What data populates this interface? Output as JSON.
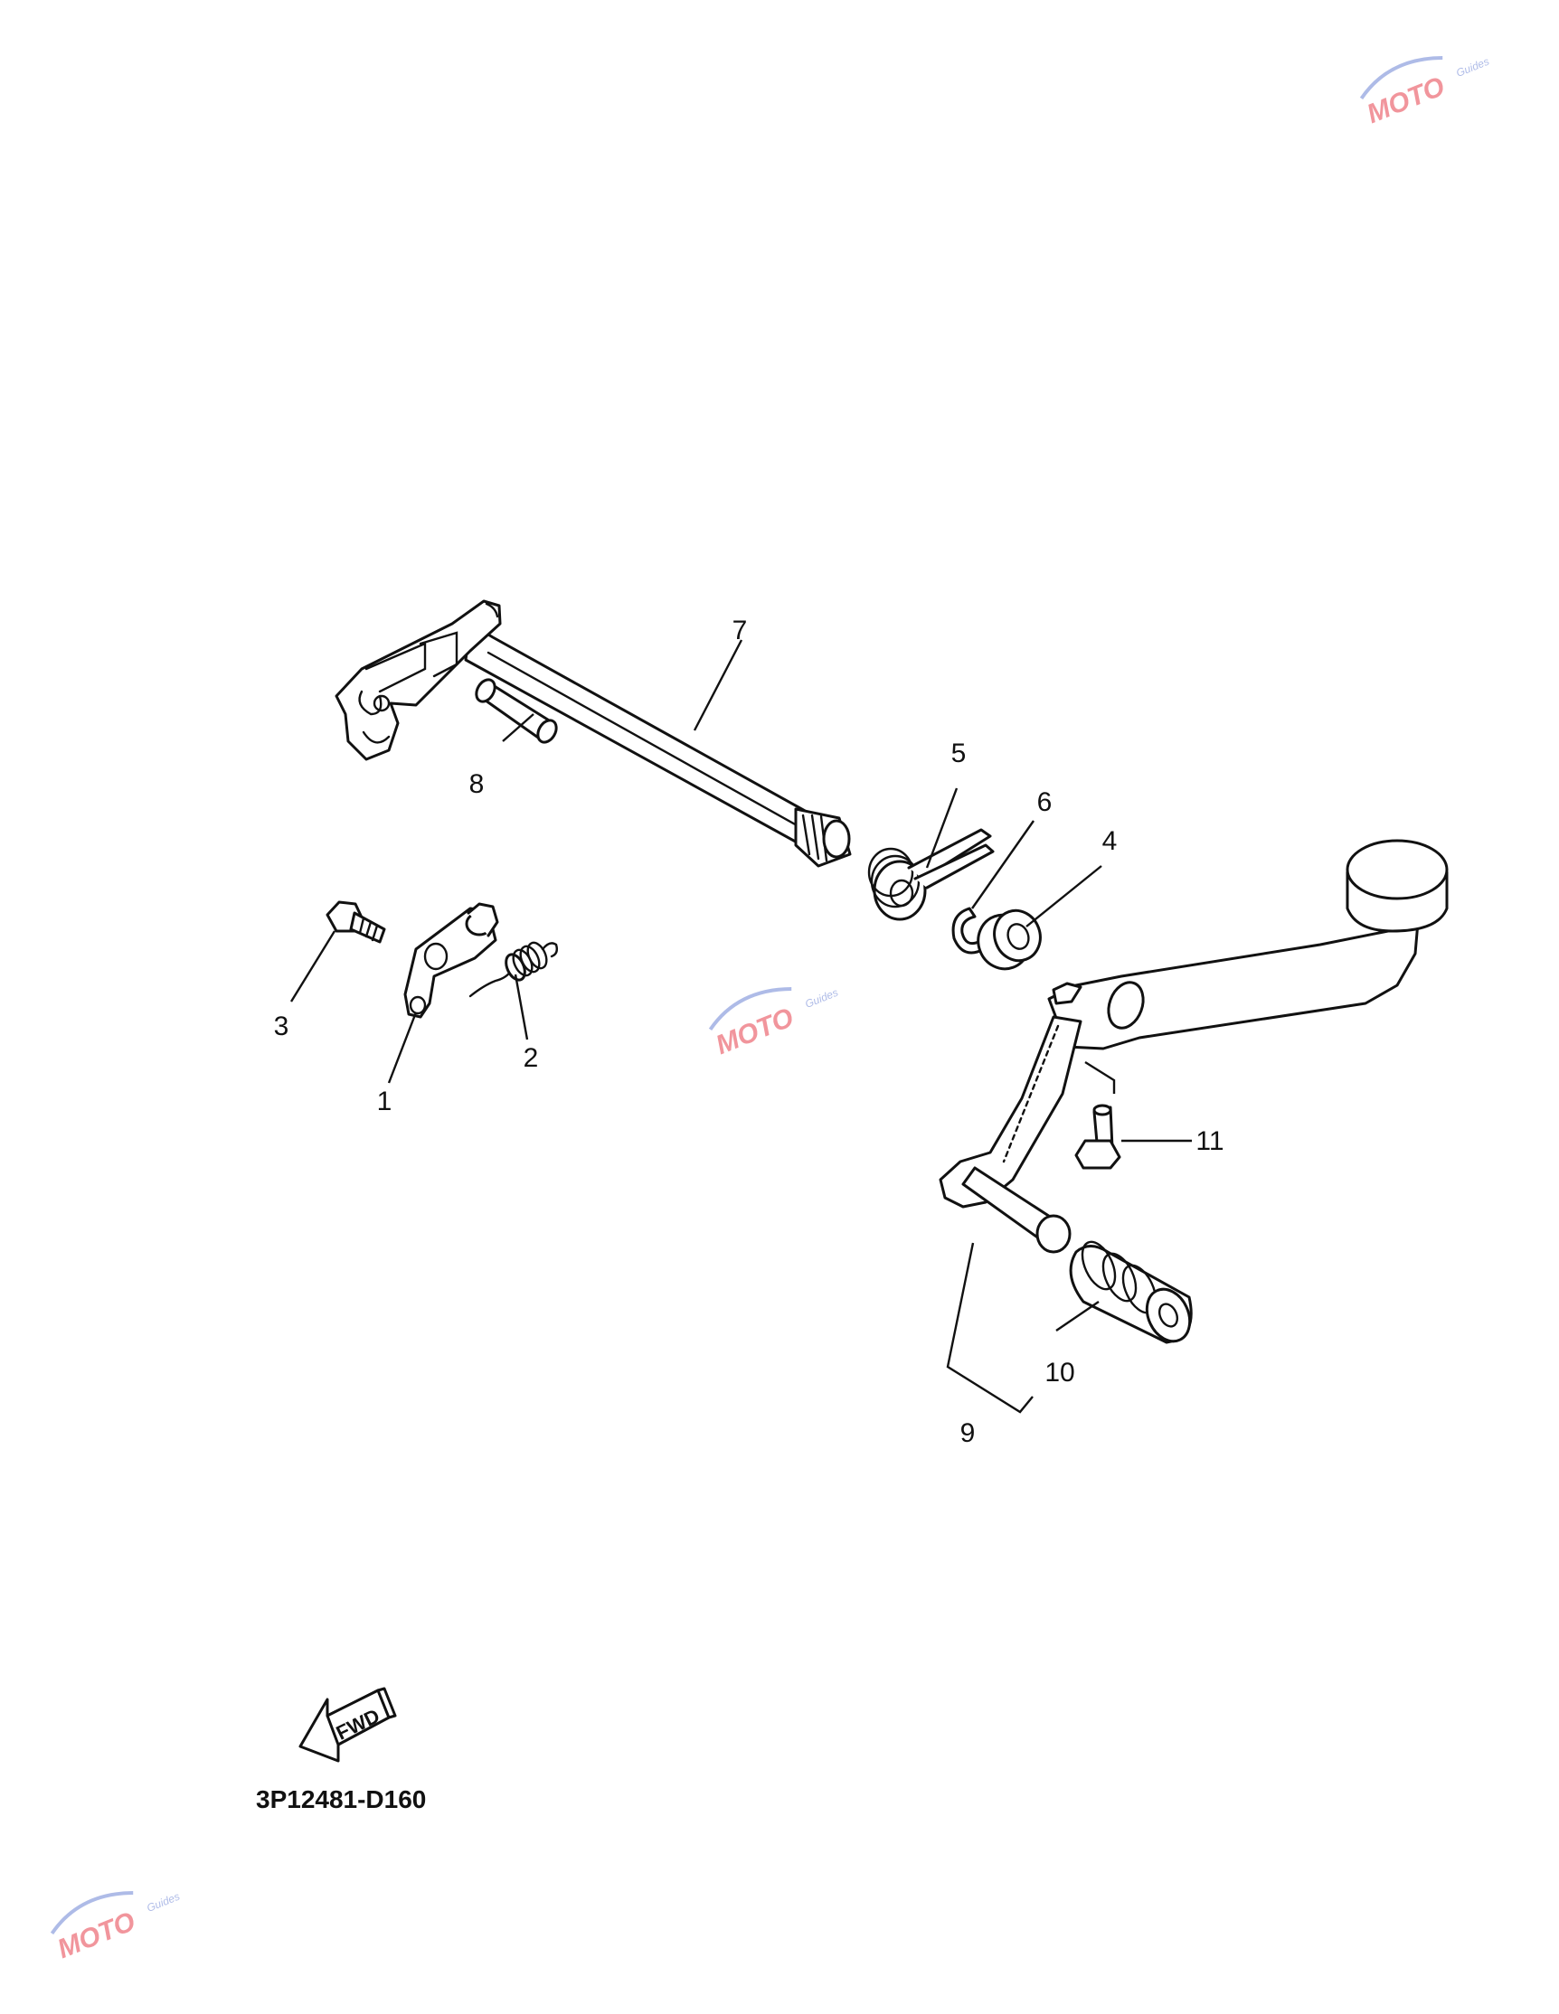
{
  "callouts": [
    {
      "id": "1",
      "label": "1"
    },
    {
      "id": "2",
      "label": "2"
    },
    {
      "id": "3",
      "label": "3"
    },
    {
      "id": "4",
      "label": "4"
    },
    {
      "id": "5",
      "label": "5"
    },
    {
      "id": "6",
      "label": "6"
    },
    {
      "id": "7",
      "label": "7"
    },
    {
      "id": "8",
      "label": "8"
    },
    {
      "id": "9",
      "label": "9"
    },
    {
      "id": "10",
      "label": "10"
    },
    {
      "id": "11",
      "label": "11"
    }
  ],
  "direction_marker": {
    "text": "FWD"
  },
  "diagram_code": "3P12481-D160",
  "watermark": {
    "brand": "MOTO",
    "sub": "Guides",
    "colors": {
      "red": "#e8505b",
      "blue": "#7a8fd8"
    }
  }
}
